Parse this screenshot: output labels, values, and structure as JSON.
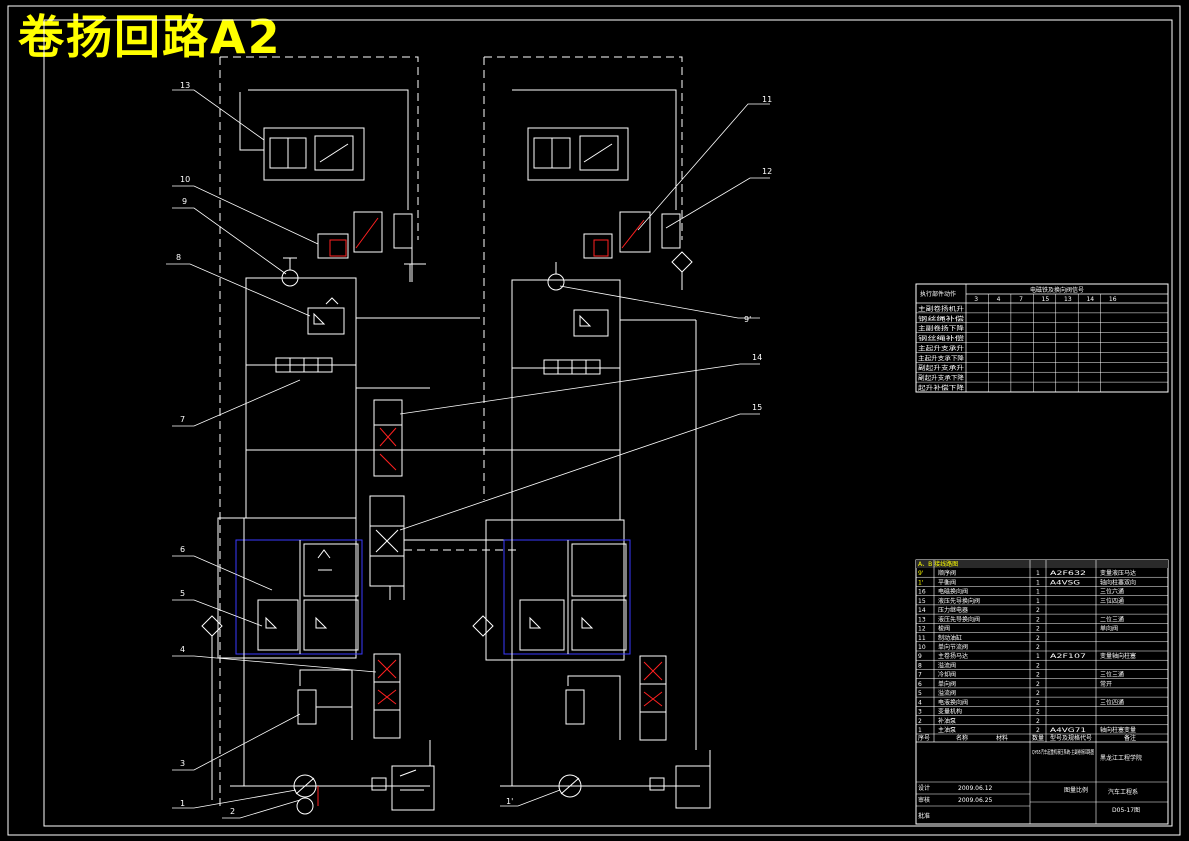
{
  "title": "卷扬回路A2",
  "colors": {
    "background": "#000000",
    "line": "#ffffff",
    "title": "#ffff00",
    "valve_red": "#ff2020",
    "dashed_box": "#3a3aff",
    "table_bg": "#000000",
    "table_highlight": "#ffff00"
  },
  "callouts": [
    {
      "label": "13"
    },
    {
      "label": "10"
    },
    {
      "label": "9"
    },
    {
      "label": "8"
    },
    {
      "label": "7"
    },
    {
      "label": "6"
    },
    {
      "label": "5"
    },
    {
      "label": "4"
    },
    {
      "label": "3"
    },
    {
      "label": "1"
    },
    {
      "label": "2"
    },
    {
      "label": "11"
    },
    {
      "label": "12"
    },
    {
      "label": "9'"
    },
    {
      "label": "14"
    },
    {
      "label": "15"
    },
    {
      "label": "1'"
    }
  ],
  "electromagnet_table": {
    "row_header": "执行部件动作",
    "group_header": "电磁铁及换向阀信号",
    "columns": [
      "3",
      "4",
      "7",
      "15",
      "13",
      "14",
      "16"
    ],
    "rows": [
      "主副卷扬机升",
      "钢丝绳补偿",
      "主副卷扬下降",
      "钢丝绳补偿",
      "主起升支承升",
      "主起升支承下降",
      "副起升支承升",
      "副起升支承下降",
      "起升补偿下降"
    ]
  },
  "parts_table": {
    "header": "A、B 接线路图",
    "rows": [
      {
        "no": "9'",
        "name": "顺序阀",
        "qty": "1",
        "code": "A2F632",
        "note": "变量液压马达"
      },
      {
        "no": "1'",
        "name": "平衡阀",
        "qty": "1",
        "code": "A4VSG",
        "note": "轴向柱塞双向"
      },
      {
        "no": "16",
        "name": "电磁换向阀",
        "qty": "1",
        "code": "",
        "note": "三位六通"
      },
      {
        "no": "15",
        "name": "液压先导换向阀",
        "qty": "1",
        "code": "",
        "note": "三位四通"
      },
      {
        "no": "14",
        "name": "压力继电器",
        "qty": "2",
        "code": "",
        "note": ""
      },
      {
        "no": "13",
        "name": "液压先导换向阀",
        "qty": "2",
        "code": "",
        "note": "二位三通"
      },
      {
        "no": "12",
        "name": "梭阀",
        "qty": "2",
        "code": "",
        "note": "单向阀"
      },
      {
        "no": "11",
        "name": "制动油缸",
        "qty": "2",
        "code": "",
        "note": ""
      },
      {
        "no": "10",
        "name": "单向节流阀",
        "qty": "2",
        "code": "",
        "note": ""
      },
      {
        "no": "9",
        "name": "主卷扬马达",
        "qty": "1",
        "code": "A2F107",
        "note": "变量轴向柱塞"
      },
      {
        "no": "8",
        "name": "溢流阀",
        "qty": "2",
        "code": "",
        "note": ""
      },
      {
        "no": "7",
        "name": "冷却阀",
        "qty": "2",
        "code": "",
        "note": "三位三通"
      },
      {
        "no": "6",
        "name": "单向阀",
        "qty": "2",
        "code": "",
        "note": "常开"
      },
      {
        "no": "5",
        "name": "溢流阀",
        "qty": "2",
        "code": "",
        "note": ""
      },
      {
        "no": "4",
        "name": "电液换向阀",
        "qty": "2",
        "code": "",
        "note": "三位四通"
      },
      {
        "no": "3",
        "name": "变量机构",
        "qty": "2",
        "code": "",
        "note": ""
      },
      {
        "no": "2",
        "name": "补油泵",
        "qty": "2",
        "code": "",
        "note": ""
      },
      {
        "no": "1",
        "name": "主油泵",
        "qty": "2",
        "code": "A4VG71",
        "note": "轴向柱塞变量"
      }
    ],
    "col_headers": {
      "no": "序号",
      "name": "名称",
      "qty": "数量",
      "code": "型号及规格代号",
      "note": "备注"
    },
    "col_material": "材料",
    "drawing_name": "QY65汽车起重机液压系统-主副卷扬回路图",
    "school": "黑龙江工程学院",
    "department": "汽车工程系",
    "scale_label": "图量比例",
    "drawing_no": "D05-17图",
    "designer_label": "设计",
    "checker_label": "审核",
    "approver_label": "批准",
    "designer_date": "2009.06.12",
    "checker_date": "2009.06.25"
  }
}
